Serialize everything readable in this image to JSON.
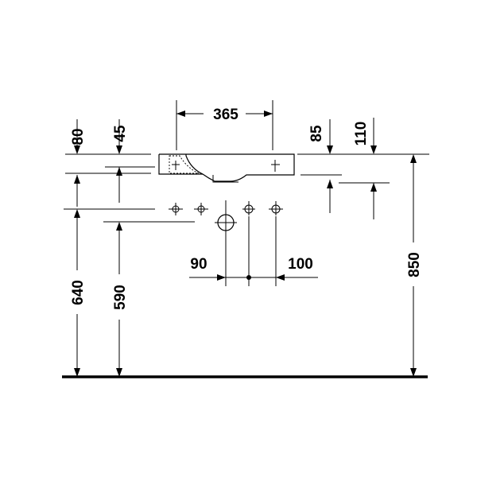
{
  "dimensions": {
    "width": "365",
    "rim_left": "80",
    "inner_left": "45",
    "rim_right": "85",
    "inner_right": "110",
    "left_offset": "90",
    "right_offset": "100",
    "supply_height": "640",
    "drain_height": "590",
    "total_height": "850"
  }
}
